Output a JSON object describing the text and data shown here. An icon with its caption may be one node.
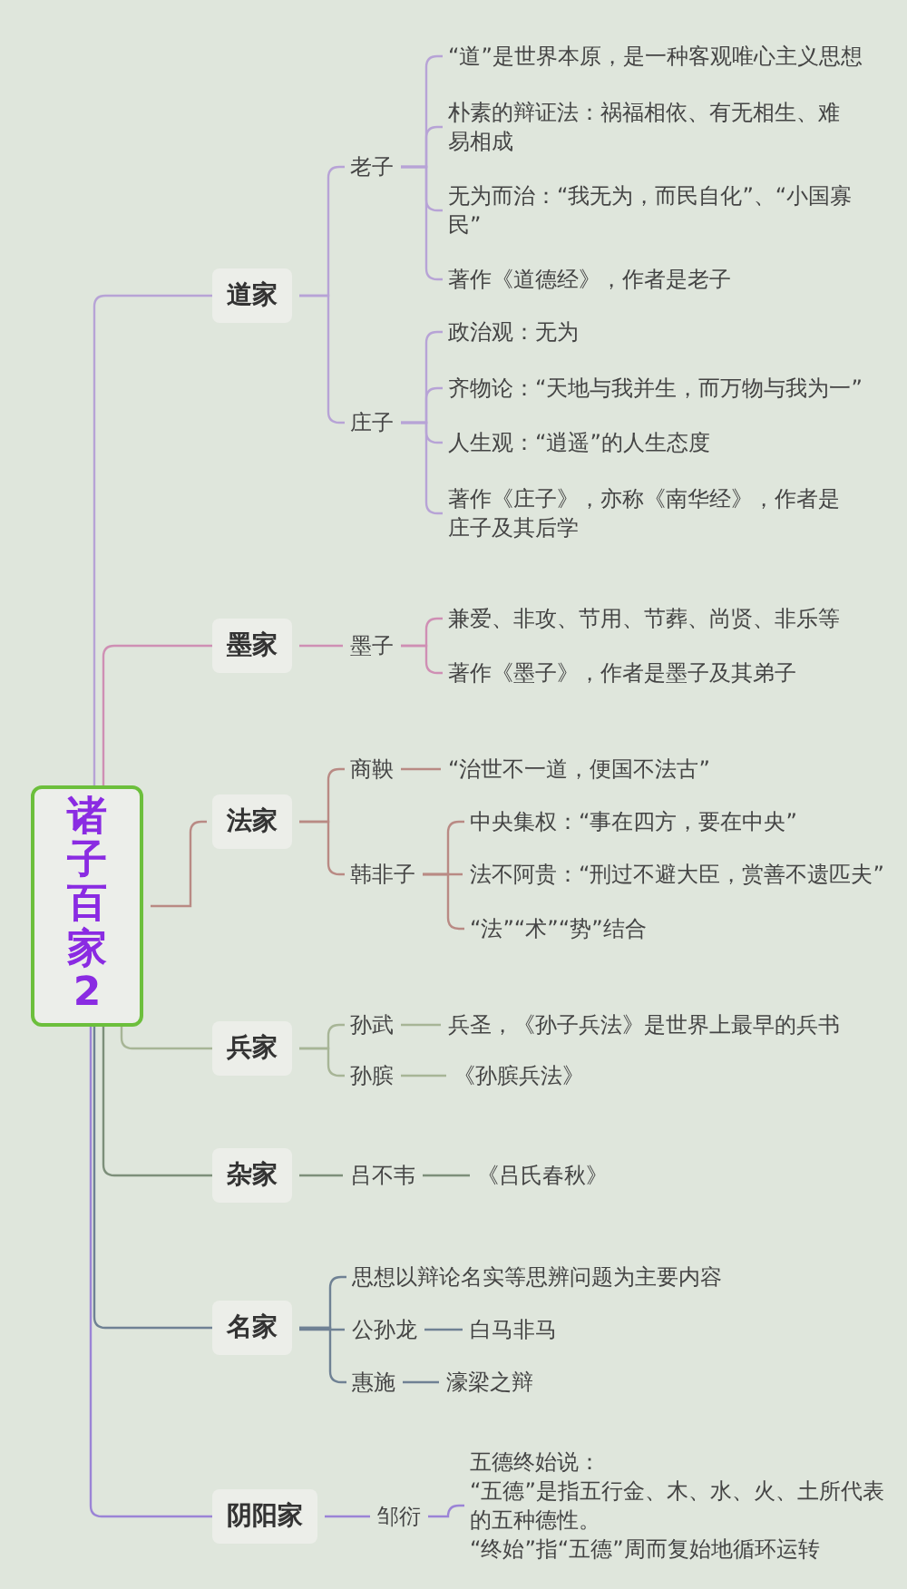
{
  "diagram": {
    "nodes": [
      {
        "text": [
          "诸子百家2"
        ]
      },
      {
        "text": [
          "道家"
        ]
      },
      {
        "text": [
          "老子"
        ]
      },
      {
        "text": [
          "“道”是世界本原，是一种客观唯心主义思想"
        ]
      },
      {
        "text": [
          "朴素的辩证法：祸福相依、有无相生、难易相成"
        ]
      },
      {
        "text": [
          "无为而治：“我无为，而民自化”、“小国寡民”"
        ]
      },
      {
        "text": [
          "著作《道德经》，作者是老子"
        ]
      },
      {
        "text": [
          "庄子"
        ]
      },
      {
        "text": [
          "政治观：无为"
        ]
      },
      {
        "text": [
          "齐物论：“天地与我并生，而万物与我为一”"
        ]
      },
      {
        "text": [
          "人生观：“逍遥”的人生态度"
        ]
      },
      {
        "text": [
          "著作《庄子》，亦称《南华经》，作者是庄子及其后学"
        ]
      },
      {
        "text": [
          "墨家"
        ]
      },
      {
        "text": [
          "墨子"
        ]
      },
      {
        "text": [
          "兼爱、非攻、节用、节葬、尚贤、非乐等"
        ]
      },
      {
        "text": [
          "著作《墨子》，作者是墨子及其弟子"
        ]
      },
      {
        "text": [
          "法家"
        ]
      },
      {
        "text": [
          "商鞅"
        ]
      },
      {
        "text": [
          "“治世不一道，便国不法古”"
        ]
      },
      {
        "text": [
          "韩非子"
        ]
      },
      {
        "text": [
          "中央集权：“事在四方，要在中央”"
        ]
      },
      {
        "text": [
          "法不阿贵：“刑过不避大臣，赏善不遗匹夫”"
        ]
      },
      {
        "text": [
          "“法”“术”“势”结合"
        ]
      },
      {
        "text": [
          "兵家"
        ]
      },
      {
        "text": [
          "孙武"
        ]
      },
      {
        "text": [
          "兵圣，《孙子兵法》是世界上最早的兵书"
        ]
      },
      {
        "text": [
          "孙膑"
        ]
      },
      {
        "text": [
          "《孙膑兵法》"
        ]
      },
      {
        "text": [
          "杂家"
        ]
      },
      {
        "text": [
          "吕不韦"
        ]
      },
      {
        "text": [
          "《吕氏春秋》"
        ]
      },
      {
        "text": [
          "名家"
        ]
      },
      {
        "text": [
          "思想以辩论名实等思辨问题为主要内容"
        ]
      },
      {
        "text": [
          "公孙龙"
        ]
      },
      {
        "text": [
          "白马非马"
        ]
      },
      {
        "text": [
          "惠施"
        ]
      },
      {
        "text": [
          "濠梁之辩"
        ]
      },
      {
        "text": [
          "阴阳家"
        ]
      },
      {
        "text": [
          "邹衍"
        ]
      },
      {
        "text": [
          "五德终始说：",
          "“五德”是指五行金、木、水、火、土所代表的五种德性。",
          "“终始”指“五德”周而复始地循环运转"
        ]
      }
    ],
    "edges": [
      {
        "from": 0,
        "to": 1,
        "arrow": "none",
        "color": "#b7a3d6"
      },
      {
        "from": 1,
        "to": 2,
        "arrow": "none",
        "color": "#b7a3d6"
      },
      {
        "from": 2,
        "to": 3,
        "arrow": "none",
        "color": "#b7a3d6"
      },
      {
        "from": 2,
        "to": 4,
        "arrow": "none",
        "color": "#b7a3d6"
      },
      {
        "from": 2,
        "to": 5,
        "arrow": "none",
        "color": "#b7a3d6"
      },
      {
        "from": 2,
        "to": 6,
        "arrow": "none",
        "color": "#b7a3d6"
      },
      {
        "from": 1,
        "to": 7,
        "arrow": "none",
        "color": "#b7a3d6"
      },
      {
        "from": 7,
        "to": 8,
        "arrow": "none",
        "color": "#b7a3d6"
      },
      {
        "from": 7,
        "to": 9,
        "arrow": "none",
        "color": "#b7a3d6"
      },
      {
        "from": 7,
        "to": 10,
        "arrow": "none",
        "color": "#b7a3d6"
      },
      {
        "from": 7,
        "to": 11,
        "arrow": "none",
        "color": "#b7a3d6"
      },
      {
        "from": 0,
        "to": 12,
        "arrow": "none",
        "color": "#cf8fb4"
      },
      {
        "from": 12,
        "to": 13,
        "arrow": "none",
        "color": "#cf8fb4"
      },
      {
        "from": 13,
        "to": 14,
        "arrow": "none",
        "color": "#cf8fb4"
      },
      {
        "from": 13,
        "to": 15,
        "arrow": "none",
        "color": "#cf8fb4"
      },
      {
        "from": 0,
        "to": 16,
        "arrow": "none",
        "color": "#b98a84"
      },
      {
        "from": 16,
        "to": 17,
        "arrow": "none",
        "color": "#b98a84"
      },
      {
        "from": 17,
        "to": 18,
        "arrow": "none",
        "color": "#b98a84"
      },
      {
        "from": 16,
        "to": 19,
        "arrow": "none",
        "color": "#b98a84"
      },
      {
        "from": 19,
        "to": 20,
        "arrow": "none",
        "color": "#b98a84"
      },
      {
        "from": 19,
        "to": 21,
        "arrow": "none",
        "color": "#b98a84"
      },
      {
        "from": 19,
        "to": 22,
        "arrow": "none",
        "color": "#b98a84"
      },
      {
        "from": 0,
        "to": 23,
        "arrow": "none",
        "color": "#a7b596"
      },
      {
        "from": 23,
        "to": 24,
        "arrow": "none",
        "color": "#a7b596"
      },
      {
        "from": 24,
        "to": 25,
        "arrow": "none",
        "color": "#a7b596"
      },
      {
        "from": 23,
        "to": 26,
        "arrow": "none",
        "color": "#a7b596"
      },
      {
        "from": 26,
        "to": 27,
        "arrow": "none",
        "color": "#a7b596"
      },
      {
        "from": 0,
        "to": 28,
        "arrow": "none",
        "color": "#7d8f7a"
      },
      {
        "from": 28,
        "to": 29,
        "arrow": "none",
        "color": "#7d8f7a"
      },
      {
        "from": 29,
        "to": 30,
        "arrow": "none",
        "color": "#7d8f7a"
      },
      {
        "from": 0,
        "to": 31,
        "arrow": "none",
        "color": "#6f8194"
      },
      {
        "from": 31,
        "to": 32,
        "arrow": "none",
        "color": "#6f8194"
      },
      {
        "from": 31,
        "to": 33,
        "arrow": "none",
        "color": "#6f8194"
      },
      {
        "from": 33,
        "to": 34,
        "arrow": "none",
        "color": "#6f8194"
      },
      {
        "from": 31,
        "to": 35,
        "arrow": "none",
        "color": "#6f8194"
      },
      {
        "from": 35,
        "to": 36,
        "arrow": "none",
        "color": "#6f8194"
      },
      {
        "from": 0,
        "to": 37,
        "arrow": "none",
        "color": "#9b84d6"
      },
      {
        "from": 37,
        "to": 38,
        "arrow": "none",
        "color": "#9b84d6"
      },
      {
        "from": 38,
        "to": 39,
        "arrow": "none",
        "color": "#9b84d6"
      }
    ]
  }
}
